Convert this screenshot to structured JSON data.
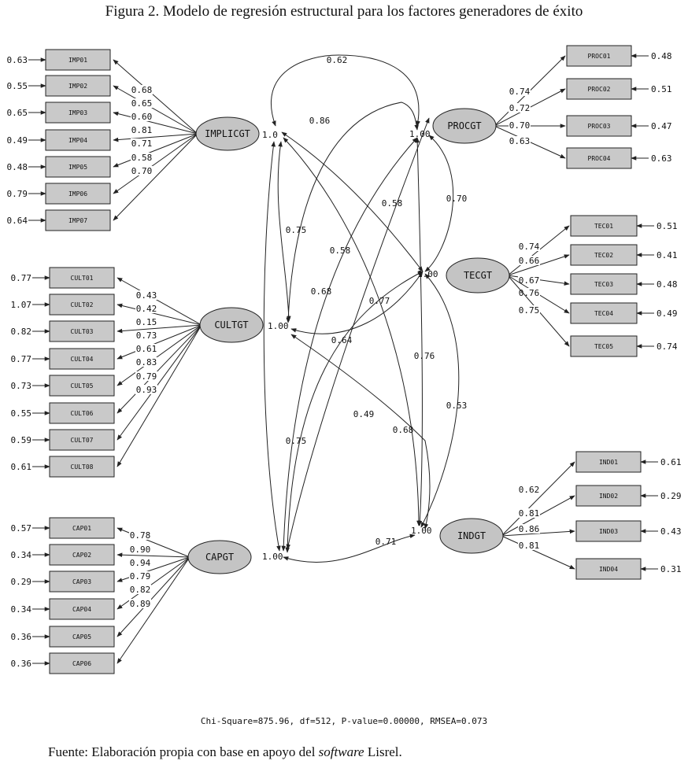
{
  "title": "Figura 2. Modelo de regresión estructural para los factores generadores de éxito",
  "latents": [
    {
      "id": "IMPLICGT",
      "label": "IMPLICGT",
      "variance_label": "1.0"
    },
    {
      "id": "CULTGT",
      "label": "CULTGT",
      "variance_label": "1.00"
    },
    {
      "id": "CAPGT",
      "label": "CAPGT",
      "variance_label": "1.00"
    },
    {
      "id": "PROCGT",
      "label": "PROCGT",
      "variance_label": "1.00"
    },
    {
      "id": "TECGT",
      "label": "TECGT",
      "variance_label": "1.00"
    },
    {
      "id": "INDGT",
      "label": "INDGT",
      "variance_label": "1.00"
    }
  ],
  "indicators": {
    "IMPLICGT": [
      {
        "label": "IMP01",
        "loading": "0.68",
        "error": "0.63"
      },
      {
        "label": "IMP02",
        "loading": "0.65",
        "error": "0.55"
      },
      {
        "label": "IMP03",
        "loading": "0.60",
        "error": "0.65"
      },
      {
        "label": "IMP04",
        "loading": "0.81",
        "error": "0.49"
      },
      {
        "label": "IMP05",
        "loading": "0.71",
        "error": "0.48"
      },
      {
        "label": "IMP06",
        "loading": "0.58",
        "error": "0.79"
      },
      {
        "label": "IMP07",
        "loading": "0.70",
        "error": "0.64"
      }
    ],
    "CULTGT": [
      {
        "label": "CULT01",
        "loading": "0.43",
        "error": "0.77"
      },
      {
        "label": "CULT02",
        "loading": "0.42",
        "error": "1.07"
      },
      {
        "label": "CULT03",
        "loading": "0.15",
        "error": "0.82"
      },
      {
        "label": "CULT04",
        "loading": "0.73",
        "error": "0.77"
      },
      {
        "label": "CULT05",
        "loading": "0.61",
        "error": "0.73"
      },
      {
        "label": "CULT06",
        "loading": "0.83",
        "error": "0.55"
      },
      {
        "label": "CULT07",
        "loading": "0.79",
        "error": "0.59"
      },
      {
        "label": "CULT08",
        "loading": "0.93",
        "error": "0.61"
      }
    ],
    "CAPGT": [
      {
        "label": "CAP01",
        "loading": "0.78",
        "error": "0.57"
      },
      {
        "label": "CAP02",
        "loading": "0.90",
        "error": "0.34"
      },
      {
        "label": "CAP03",
        "loading": "0.94",
        "error": "0.29"
      },
      {
        "label": "CAP04",
        "loading": "0.79",
        "error": "0.34"
      },
      {
        "label": "CAP05",
        "loading": "0.82",
        "error": "0.36"
      },
      {
        "label": "CAP06",
        "loading": "0.89",
        "error": "0.36"
      }
    ],
    "PROCGT": [
      {
        "label": "PROC01",
        "loading": "0.74",
        "error": "0.48"
      },
      {
        "label": "PROC02",
        "loading": "0.72",
        "error": "0.51"
      },
      {
        "label": "PROC03",
        "loading": "0.70",
        "error": "0.47"
      },
      {
        "label": "PROC04",
        "loading": "0.63",
        "error": "0.63"
      }
    ],
    "TECGT": [
      {
        "label": "TEC01",
        "loading": "0.74",
        "error": "0.51"
      },
      {
        "label": "TEC02",
        "loading": "0.66",
        "error": "0.41"
      },
      {
        "label": "TEC03",
        "loading": "0.67",
        "error": "0.48"
      },
      {
        "label": "TEC04",
        "loading": "0.76",
        "error": "0.49"
      },
      {
        "label": "TEC05",
        "loading": "0.75",
        "error": "0.74"
      }
    ],
    "INDGT": [
      {
        "label": "IND01",
        "loading": "0.62",
        "error": "0.61"
      },
      {
        "label": "IND02",
        "loading": "0.81",
        "error": "0.29"
      },
      {
        "label": "IND03",
        "loading": "0.86",
        "error": "0.43"
      },
      {
        "label": "IND04",
        "loading": "0.81",
        "error": "0.31"
      }
    ]
  },
  "correlations": [
    {
      "from": "IMPLICGT",
      "to": "PROCGT",
      "value": "0.62"
    },
    {
      "from": "IMPLICGT",
      "to": "TECGT",
      "value": "0.58"
    },
    {
      "from": "IMPLICGT",
      "to": "INDGT",
      "value": "0.58"
    },
    {
      "from": "IMPLICGT",
      "to": "CULTGT",
      "value": "0.75"
    },
    {
      "from": "IMPLICGT",
      "to": "CAPGT",
      "value": "0.75"
    },
    {
      "from": "CULTGT",
      "to": "PROCGT",
      "value": "0.86"
    },
    {
      "from": "CULTGT",
      "to": "TECGT",
      "value": "0.77"
    },
    {
      "from": "CULTGT",
      "to": "INDGT",
      "value": "0.68"
    },
    {
      "from": "CAPGT",
      "to": "PROCGT",
      "value": "0.68"
    },
    {
      "from": "CAPGT",
      "to": "TECGT",
      "value": "0.64"
    },
    {
      "from": "CAPGT",
      "to": "INDGT",
      "value": "0.71"
    },
    {
      "from": "PROCGT",
      "to": "TECGT",
      "value": "0.70"
    },
    {
      "from": "PROCGT",
      "to": "INDGT",
      "value": "0.76"
    },
    {
      "from": "TECGT",
      "to": "INDGT",
      "value": "0.53"
    },
    {
      "from": "CULTGT",
      "to": "CAPGT",
      "value": "0.49"
    }
  ],
  "fit_stats": "Chi-Square=875.96, df=512, P-value=0.00000, RMSEA=0.073",
  "source": {
    "prefix": "Fuente: Elaboración propia con base en apoyo del ",
    "emphasis": "software",
    "suffix": " Lisrel."
  }
}
